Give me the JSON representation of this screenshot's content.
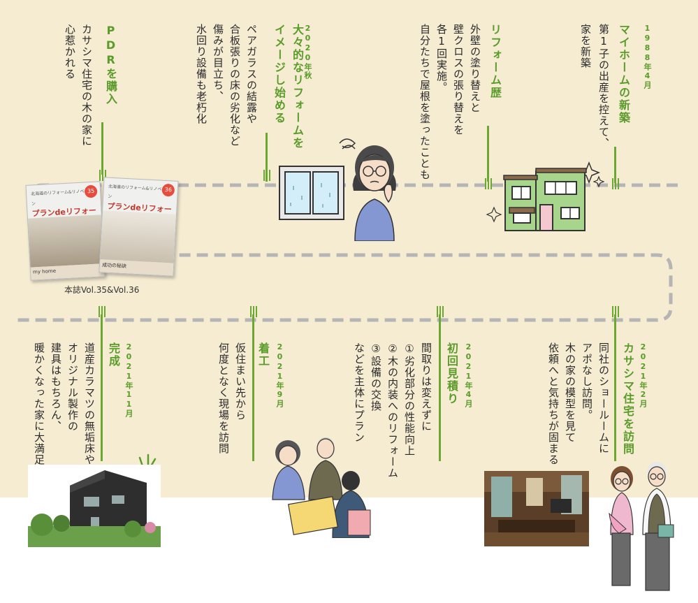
{
  "timeline": {
    "row1": [
      {
        "date": "1988年4月",
        "heading": "マイホームの新築",
        "body": [
          "第1子の出産を控えて、",
          "家を新築"
        ]
      },
      {
        "date": "",
        "heading": "リフォーム歴",
        "body": [
          "外壁の塗り替えと",
          "壁クロスの張り替えを",
          "各1回実施。",
          "自分たちで屋根を塗ったことも"
        ]
      },
      {
        "date": "2020年秋",
        "heading": "大々的なリフォームを イメージし始める",
        "body": [
          "ペアガラスの結露や",
          "合板張りの床の劣化など",
          "傷みが目立ち、",
          "水回り設備も老朽化"
        ]
      },
      {
        "date": "",
        "heading": "PDRを購入",
        "body": [
          "カサシマ住宅の木の家に",
          "心惹かれる"
        ]
      }
    ],
    "row2": [
      {
        "date": "2021年2月",
        "heading": "カサシマ住宅を訪問",
        "body": [
          "同社のショールームに",
          "アポなし訪問。",
          "木の家の模型を見て",
          "依頼へと気持ちが固まる"
        ]
      },
      {
        "date": "2021年4月",
        "heading": "初回見積り",
        "body": [
          "間取りは変えずに",
          "①劣化部分の性能向上",
          "②木の内装へのリフォーム",
          "③設備の交換",
          "などを主体にプラン"
        ]
      },
      {
        "date": "2021年9月",
        "heading": "着工",
        "body": [
          "仮住まい先から",
          "何度となく現場を訪問"
        ]
      },
      {
        "date": "2021年11月",
        "heading": "完成",
        "body": [
          "道産カラマツの無垢床や",
          "オリジナル製作の",
          "建具はもちろん、",
          "暖かくなった家に大満足！"
        ]
      }
    ]
  },
  "magazine": {
    "caption": "本誌Vol.35&Vol.36",
    "left_title": "プランdeリフォーム",
    "right_title": "プランdeリフォーム",
    "left_header": "北海道のリフォーム&リノベーション",
    "right_header": "北海道のリフォーム&リノベーション",
    "left_vol": "35",
    "right_vol": "36",
    "left_tagline": "my home",
    "right_tagline": "成功の秘訣"
  },
  "colors": {
    "accent": "#5a9b2a",
    "background": "#f5ecd2",
    "route": "#b5b5b5"
  }
}
